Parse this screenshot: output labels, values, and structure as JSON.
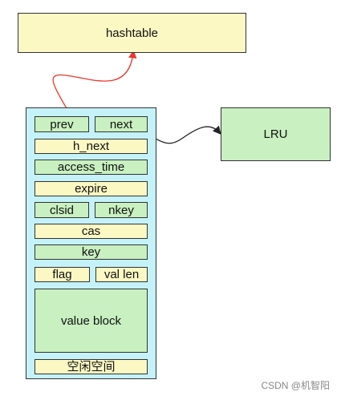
{
  "nodes": {
    "hashtable": "hashtable",
    "lru": "LRU",
    "prev": "prev",
    "next": "next",
    "h_next": "h_next",
    "access_time": "access_time",
    "expire": "expire",
    "clsid": "clsid",
    "nkey": "nkey",
    "cas": "cas",
    "key": "key",
    "flag": "flag",
    "val_len": "val len",
    "value_block": "value block",
    "free_space": "空闲空间"
  },
  "colors": {
    "field_yellow": "#fbf8c4",
    "field_green": "#c8f0c0",
    "container_cyan": "#c4f2f8",
    "hash_link": "#e8392c",
    "lru_link": "#222222"
  },
  "watermark": "CSDN @机智阳"
}
